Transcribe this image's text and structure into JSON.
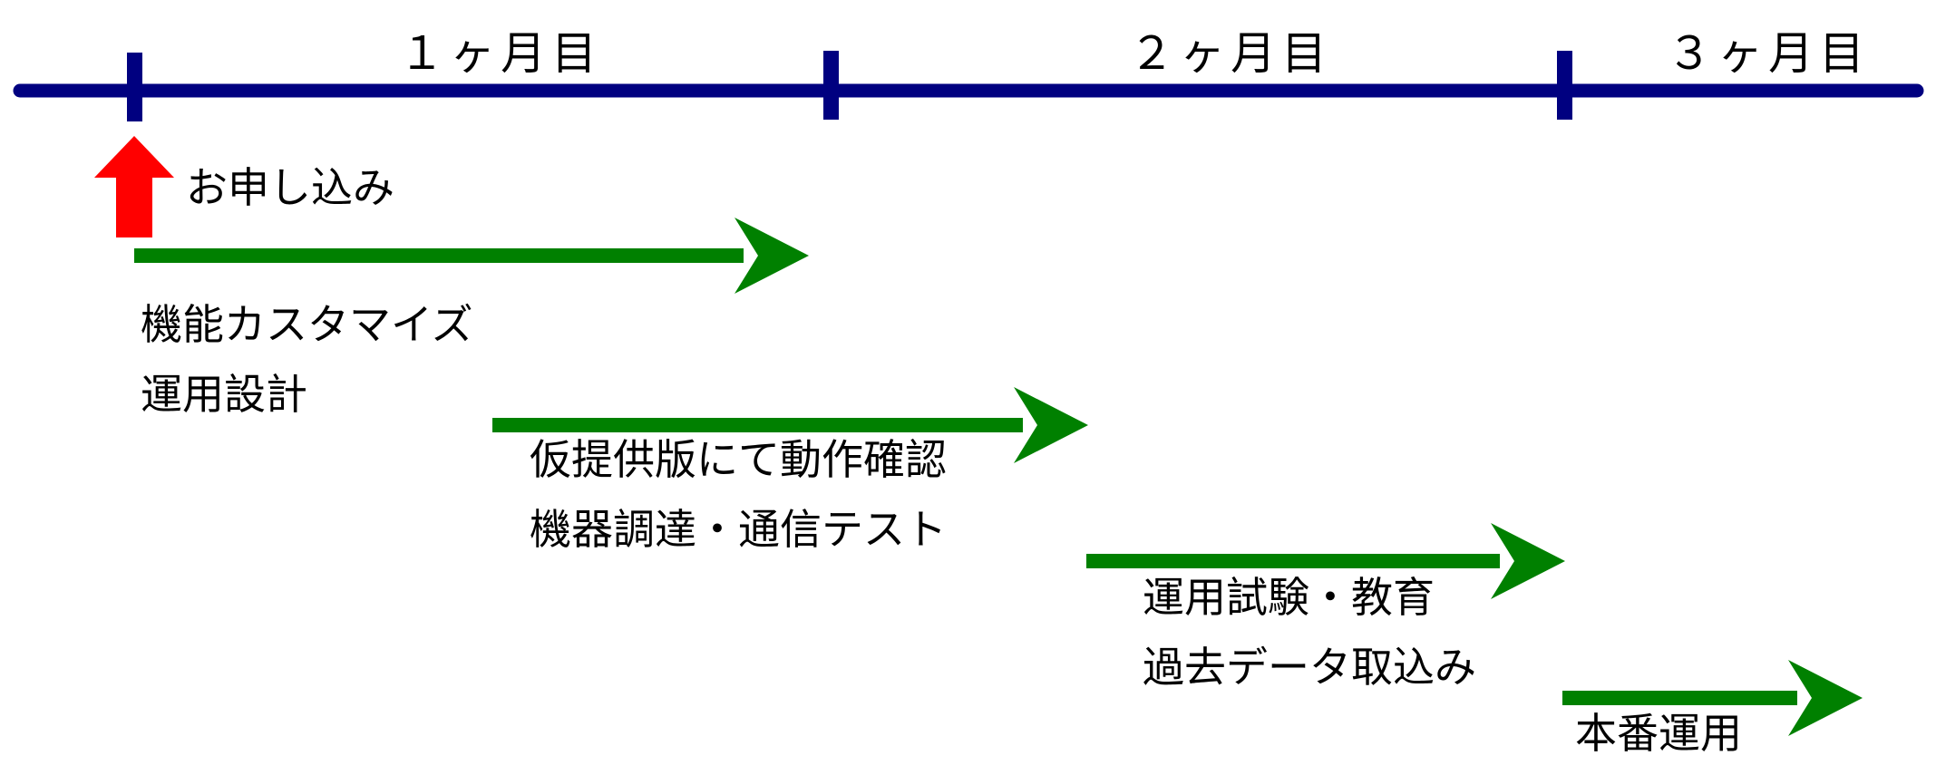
{
  "colors": {
    "timeline": "#000080",
    "phase_arrow": "#008000",
    "start_arrow": "#ff0000",
    "text": "#000000"
  },
  "timeline": {
    "months": [
      "１ヶ月目",
      "２ヶ月目",
      "３ヶ月目"
    ]
  },
  "start": {
    "label": "お申し込み",
    "icon": "up-arrow"
  },
  "phases": [
    {
      "lines": [
        "機能カスタマイズ",
        "運用設計"
      ]
    },
    {
      "lines": [
        "仮提供版にて動作確認",
        "機器調達・通信テスト"
      ]
    },
    {
      "lines": [
        "運用試験・教育",
        "過去データ取込み"
      ]
    },
    {
      "lines": [
        "本番運用"
      ]
    }
  ]
}
